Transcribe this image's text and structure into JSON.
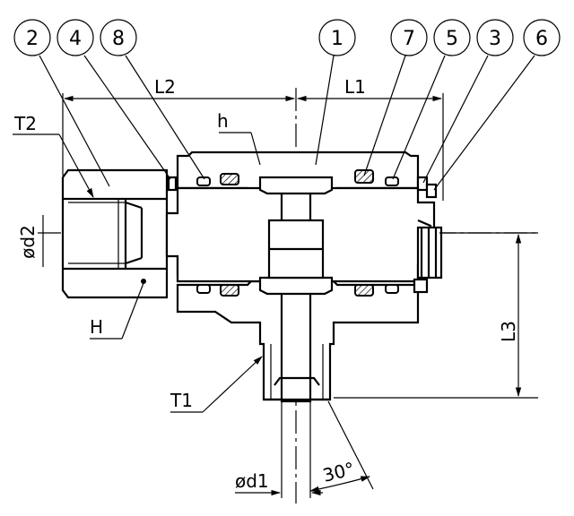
{
  "callouts": {
    "c1": "1",
    "c2": "2",
    "c3": "3",
    "c4": "4",
    "c5": "5",
    "c6": "6",
    "c7": "7",
    "c8": "8"
  },
  "dimensions": {
    "L1": "L1",
    "L2": "L2",
    "L3": "L3",
    "T1": "T1",
    "T2": "T2",
    "h": "h",
    "H": "H",
    "d1": "ød1",
    "d2": "ød2",
    "angle": "30°"
  },
  "colors": {
    "line": "#000000",
    "background": "#ffffff"
  }
}
